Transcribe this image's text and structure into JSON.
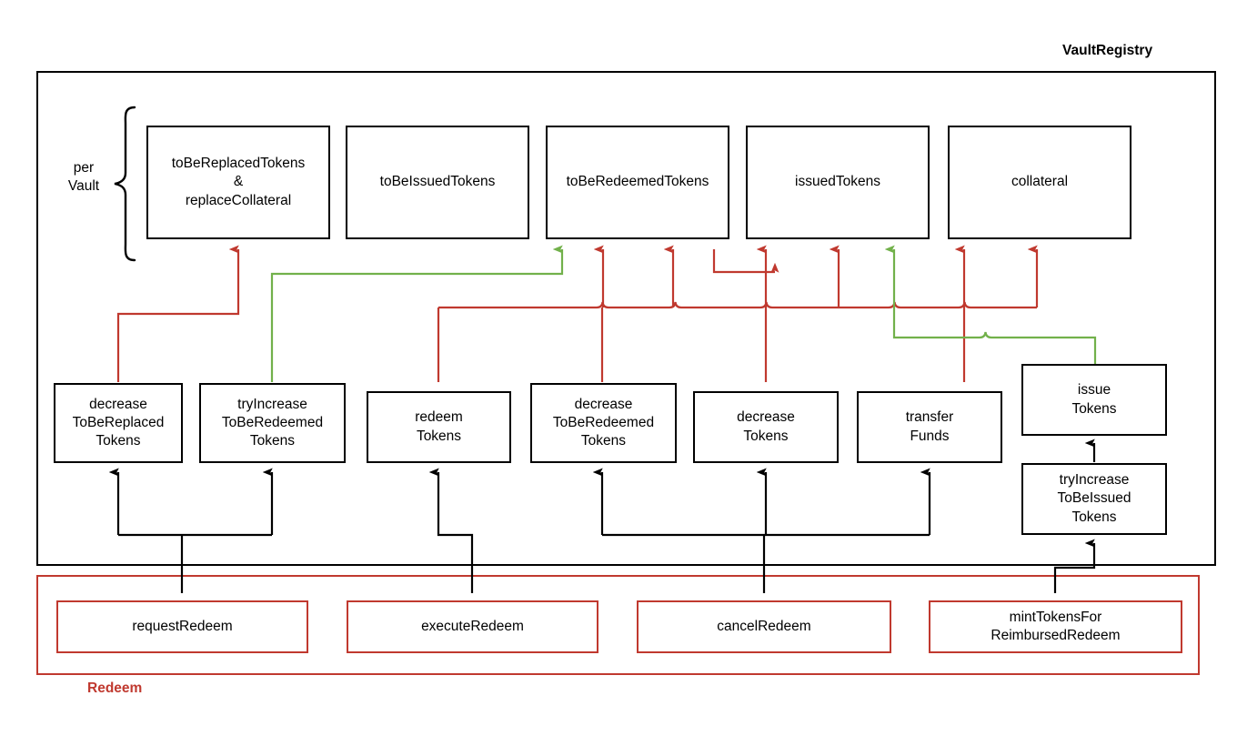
{
  "diagram": {
    "title": "VaultRegistry",
    "group_label_line1": "per",
    "group_label_line2": "Vault",
    "redeem_label": "Redeem",
    "colors": {
      "red": "#c0392f",
      "green": "#72b14b",
      "black": "#000000",
      "background": "#ffffff"
    }
  },
  "state_boxes": [
    {
      "id": "toBeReplacedTokens",
      "label": "toBeReplacedTokens\n&\nreplaceCollateral"
    },
    {
      "id": "toBeIssuedTokens",
      "label": "toBeIssuedTokens"
    },
    {
      "id": "toBeRedeemedTokens",
      "label": "toBeRedeemedTokens"
    },
    {
      "id": "issuedTokens",
      "label": "issuedTokens"
    },
    {
      "id": "collateral",
      "label": "collateral"
    }
  ],
  "function_boxes": [
    {
      "id": "decreaseToBeReplacedTokens",
      "label": "decrease\nToBeReplaced\nTokens"
    },
    {
      "id": "tryIncreaseToBeRedeemedTokens",
      "label": "tryIncrease\nToBeRedeemed\nTokens"
    },
    {
      "id": "redeemTokens",
      "label": "redeem\nTokens"
    },
    {
      "id": "decreaseToBeRedeemedTokens",
      "label": "decrease\nToBeRedeemed\nTokens"
    },
    {
      "id": "decreaseTokens",
      "label": "decrease\nTokens"
    },
    {
      "id": "transferFunds",
      "label": "transfer\nFunds"
    },
    {
      "id": "issueTokens",
      "label": "issue\nTokens"
    },
    {
      "id": "tryIncreaseToBeIssuedTokens",
      "label": "tryIncrease\nToBeIssued\nTokens"
    }
  ],
  "redeem_boxes": [
    {
      "id": "requestRedeem",
      "label": "requestRedeem"
    },
    {
      "id": "executeRedeem",
      "label": "executeRedeem"
    },
    {
      "id": "cancelRedeem",
      "label": "cancelRedeem"
    },
    {
      "id": "mintTokensForReimbursedRedeem",
      "label": "mintTokensFor\nReimbursedRedeem"
    }
  ]
}
